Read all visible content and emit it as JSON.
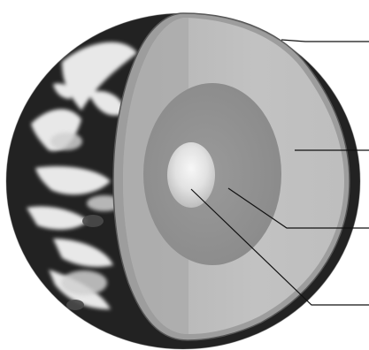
{
  "figure": {
    "subject": "earth-cross-section",
    "layers": [
      {
        "name": "crust"
      },
      {
        "name": "mantle"
      },
      {
        "name": "outer-core"
      },
      {
        "name": "inner-core"
      }
    ],
    "leader_lines": 4,
    "label_text": [
      "",
      "",
      "",
      ""
    ],
    "colors": {
      "surface_dark": "#1f1f1f",
      "surface_light": "#e6e6e6",
      "mantle": "#b9b9b9",
      "mantle_shadow": "#a9a9a9",
      "outer_core": "#8e8e8e",
      "inner_core": "#dcdcdc",
      "inner_core_glow": "#f7f7f7",
      "line": "#111111"
    }
  }
}
